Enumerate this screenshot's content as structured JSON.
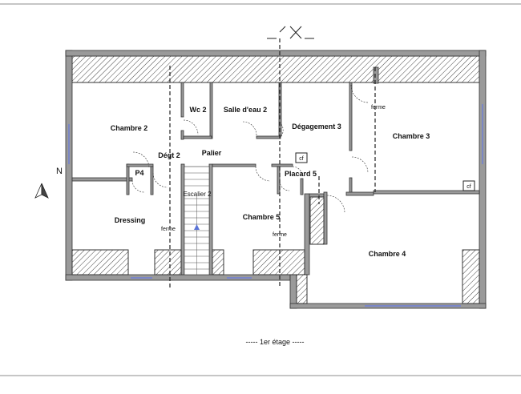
{
  "plan": {
    "floor_label": "----- 1er étage -----",
    "north_label": "N",
    "rooms": {
      "chambre2": "Chambre 2",
      "wc2": "Wc 2",
      "salle_eau2": "Salle d'eau 2",
      "degagement3": "Dégagement 3",
      "chambre3": "Chambre 3",
      "degt2": "Dégt 2",
      "palier": "Palier",
      "p4": "P4",
      "placard5": "Placard 5",
      "dressing": "Dressing",
      "escalier2": "Escalier 2",
      "chambre5": "Chambre 5",
      "chambre4": "Chambre 4"
    },
    "annotations": {
      "ferme_chambre3": "ferme",
      "ferme_dressing": "ferme",
      "ferme_chambre5": "ferme",
      "cf_placard": "cf",
      "cf_chambre3": "cf"
    }
  }
}
